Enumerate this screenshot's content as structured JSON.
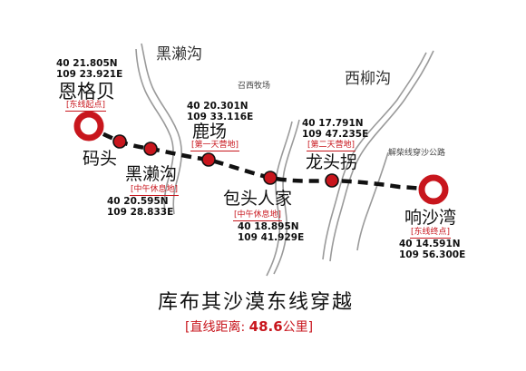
{
  "map": {
    "title": "库布其沙漠东线穿越",
    "distance": {
      "prefix": "[直线距离:",
      "value": "48.6",
      "suffix": "公里]"
    },
    "colors": {
      "route": "#111111",
      "waypoint": "#c8161d",
      "valley": "#9a9a9a",
      "tag": "#c8161d"
    },
    "valley_labels": [
      "黑濑沟",
      "西柳沟"
    ],
    "area_labels": [
      "召西牧场",
      "解柴线穿沙公路"
    ],
    "stops": [
      {
        "name": "恩格贝",
        "tag": "东线起点",
        "lat": "40 21.805N",
        "lon": "109 23.921E"
      },
      {
        "name": "码头",
        "tag": "",
        "lat": "",
        "lon": ""
      },
      {
        "name": "黑濑沟",
        "tag": "中午休息地",
        "lat": "40 20.595N",
        "lon": "109 28.833E"
      },
      {
        "name": "鹿场",
        "tag": "第一天营地",
        "lat": "40 20.301N",
        "lon": "109 33.116E"
      },
      {
        "name": "包头人家",
        "tag": "中午休息地",
        "lat": "40 18.895N",
        "lon": "109 41.929E"
      },
      {
        "name": "龙头拐",
        "tag": "第二天营地",
        "lat": "40 17.791N",
        "lon": "109 47.235E"
      },
      {
        "name": "响沙湾",
        "tag": "东线终点",
        "lat": "40 14.591N",
        "lon": "109 56.300E"
      }
    ]
  }
}
